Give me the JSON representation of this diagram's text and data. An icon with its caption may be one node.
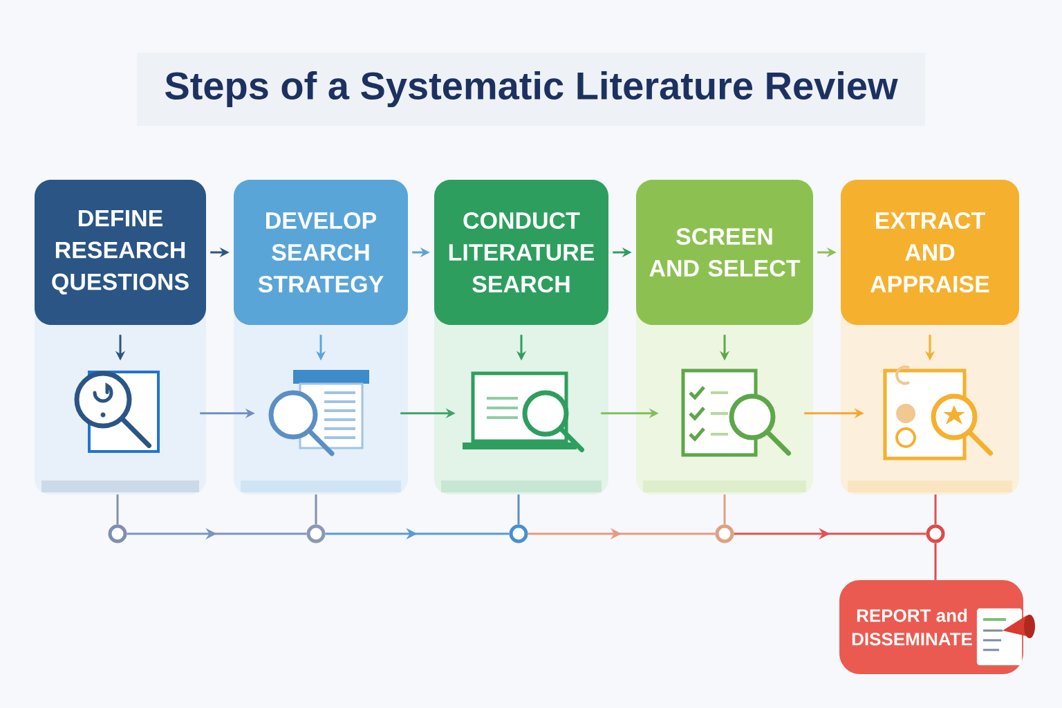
{
  "diagram": {
    "title": "Steps of a Systematic Literature Review",
    "nodes": [
      {
        "text": [],
        "shape": "box"
      },
      {
        "text": [
          "DEFINE RESEARCH QUESTIONS"
        ],
        "in": 0
      },
      {
        "text": [],
        "shape": "picture",
        "in": 0
      },
      {
        "text": [],
        "shape": "box"
      },
      {
        "text": [
          "DEVELOP SEARCH STRATEGY"
        ],
        "in": 3
      },
      {
        "text": [],
        "shape": "picture",
        "in": 3
      },
      {
        "text": [],
        "shape": "box"
      },
      {
        "text": [
          "CONDUCT LITERATURE SEARCH"
        ],
        "in": 6
      },
      {
        "text": [],
        "shape": "picture",
        "in": 6
      },
      {
        "text": [],
        "shape": "box"
      },
      {
        "text": [
          "SCREEN AND SELECT"
        ],
        "in": 9
      },
      {
        "text": [],
        "shape": "picture",
        "in": 9
      },
      {
        "text": [],
        "shape": "box"
      },
      {
        "text": [
          "EXTRACT AND APPRAISE"
        ],
        "in": 12
      },
      {
        "text": [],
        "shape": "picture",
        "in": 12
      },
      {
        "text": [],
        "shape": "circle"
      },
      {
        "text": [],
        "shape": "circle"
      },
      {
        "text": [],
        "shape": "circle"
      },
      {
        "text": [],
        "shape": "circle"
      },
      {
        "text": [],
        "shape": "circle"
      },
      {
        "text": [
          "REPORT and DISSEMINATE"
        ]
      }
    ],
    "edges": [
      {
        "from": 1,
        "to": 4,
        "arrow": "to",
        "color": "#2a5585"
      },
      {
        "from": 4,
        "to": 7,
        "arrow": "to",
        "color": "#5aa5d8"
      },
      {
        "from": 7,
        "to": 10,
        "arrow": "to",
        "color": "#2e9e5e"
      },
      {
        "from": 10,
        "to": 13,
        "arrow": "to",
        "color": "#8cc152"
      },
      {
        "from": 1,
        "to": 2,
        "arrow": "to",
        "color": "#2a5585"
      },
      {
        "from": 4,
        "to": 5,
        "arrow": "to",
        "color": "#5aa5d8"
      },
      {
        "from": 7,
        "to": 8,
        "arrow": "to",
        "color": "#2e9e5e"
      },
      {
        "from": 10,
        "to": 11,
        "arrow": "to",
        "color": "#5ea64a"
      },
      {
        "from": 13,
        "to": 14,
        "arrow": "to",
        "color": "#f5b02e"
      },
      {
        "from": 2,
        "to": 5,
        "arrow": "to",
        "color": "#6f8fbf"
      },
      {
        "from": 5,
        "to": 8,
        "arrow": "to",
        "color": "#3fa36a"
      },
      {
        "from": 8,
        "to": 11,
        "arrow": "to",
        "color": "#7fbf5a"
      },
      {
        "from": 11,
        "to": 14,
        "arrow": "to",
        "color": "#f0a830"
      },
      {
        "from": 0,
        "to": 15,
        "arrow": "none",
        "color": "#8090ab"
      },
      {
        "from": 3,
        "to": 16,
        "arrow": "none",
        "color": "#8090ab"
      },
      {
        "from": 6,
        "to": 17,
        "arrow": "none",
        "color": "#5a8fc8"
      },
      {
        "from": 9,
        "to": 18,
        "arrow": "none",
        "color": "#e0a080"
      },
      {
        "from": 12,
        "to": 19,
        "arrow": "none",
        "color": "#e05050"
      },
      {
        "from": 15,
        "to": 16,
        "arrow": "to",
        "color": "#7b95c0"
      },
      {
        "from": 16,
        "to": 17,
        "arrow": "to",
        "color": "#5a9bd5"
      },
      {
        "from": 17,
        "to": 18,
        "arrow": "to",
        "color": "#e89a80"
      },
      {
        "from": 18,
        "to": 19,
        "arrow": "to",
        "color": "#e55050"
      },
      {
        "from": 19,
        "to": 20,
        "arrow": "none",
        "color": "#e04a4a"
      }
    ]
  }
}
